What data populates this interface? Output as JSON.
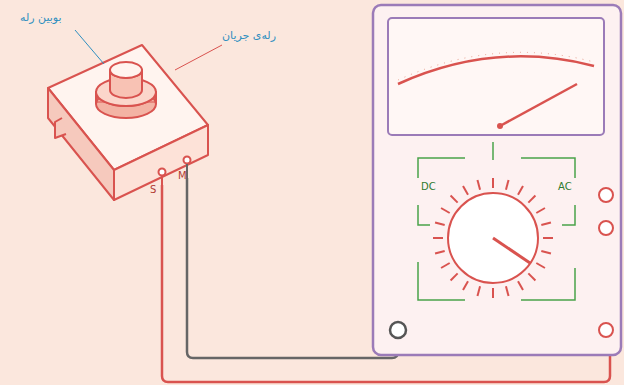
{
  "diagram": {
    "labels": [
      "بوبین رله",
      "رله‌ی جریان",
      "S",
      "M",
      "DC",
      "AC"
    ]
  }
}
